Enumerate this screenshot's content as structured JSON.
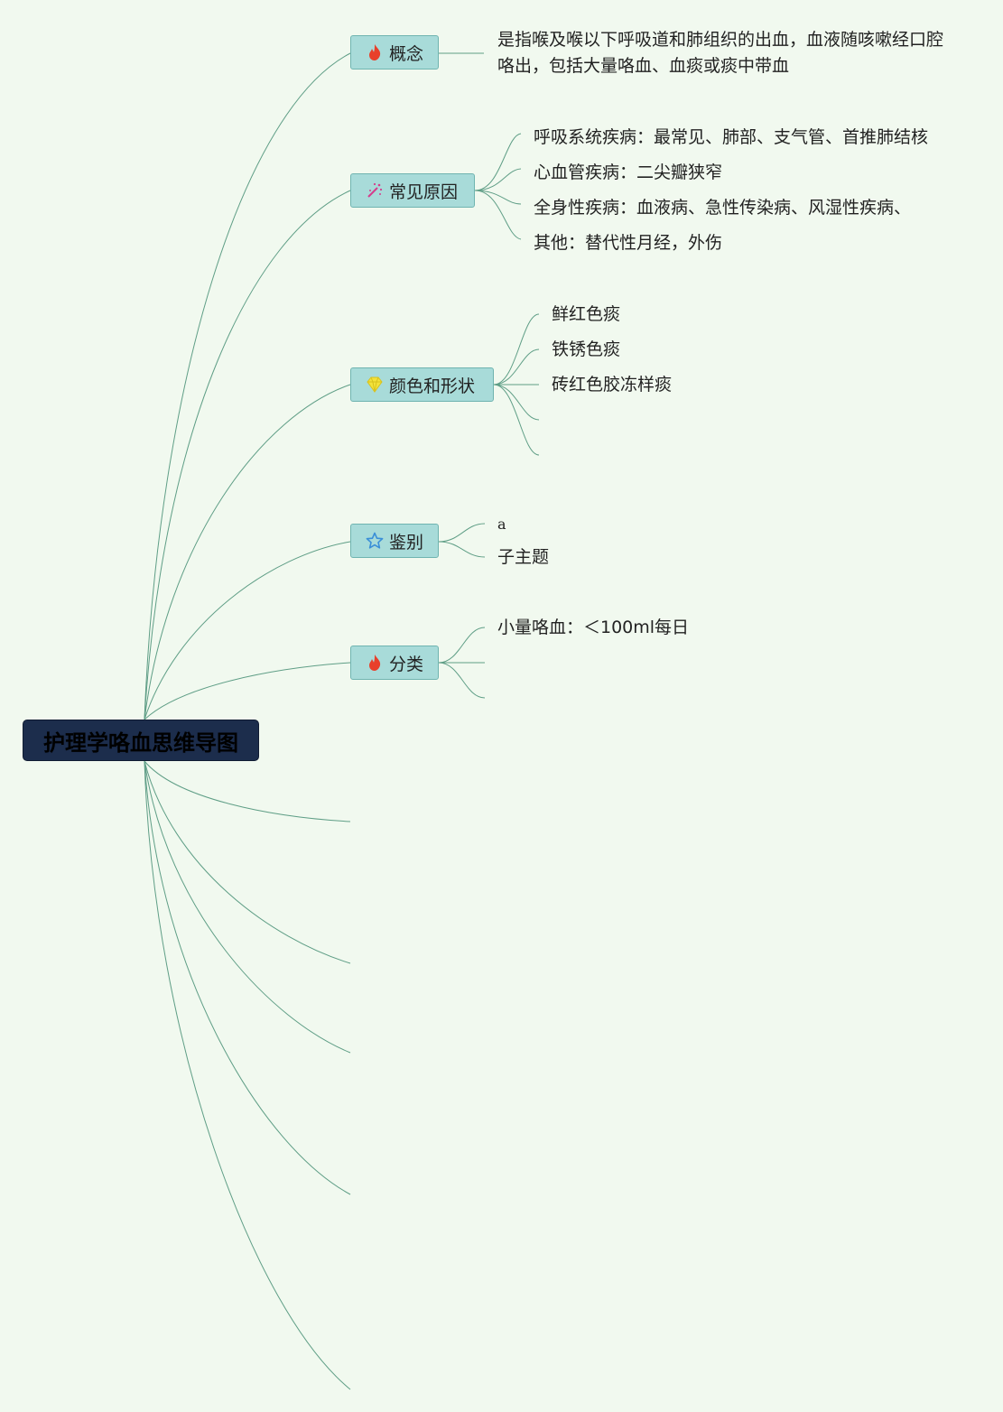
{
  "root": {
    "title": "护理学咯血思维导图"
  },
  "branches": [
    {
      "label": "概念",
      "icon": "fire-icon",
      "children": [
        "是指喉及喉以下呼吸道和肺组织的出血，血液随咳嗽经口腔咯出，包括大量咯血、血痰或痰中带血"
      ]
    },
    {
      "label": "常见原因",
      "icon": "magic-wand-icon",
      "children": [
        "呼吸系统疾病：最常见、肺部、支气管、首推肺结核",
        "心血管疾病：二尖瓣狭窄",
        "全身性疾病：血液病、急性传染病、风湿性疾病、",
        "其他：替代性月经，外伤"
      ]
    },
    {
      "label": "颜色和形状",
      "icon": "diamond-icon",
      "children": [
        "鲜红色痰",
        "铁锈色痰",
        "砖红色胶冻样痰",
        "",
        ""
      ]
    },
    {
      "label": "鉴别",
      "icon": "star-icon",
      "children": [
        "a",
        "子主题"
      ]
    },
    {
      "label": "分类",
      "icon": "fire-icon",
      "children": [
        "小量咯血：＜100ml每日",
        "",
        ""
      ]
    }
  ],
  "icon_colors": {
    "fire": "#e8402b",
    "wand": "#d43d8c",
    "diamond": "#f3e23a",
    "star": "#3a8fd8"
  }
}
